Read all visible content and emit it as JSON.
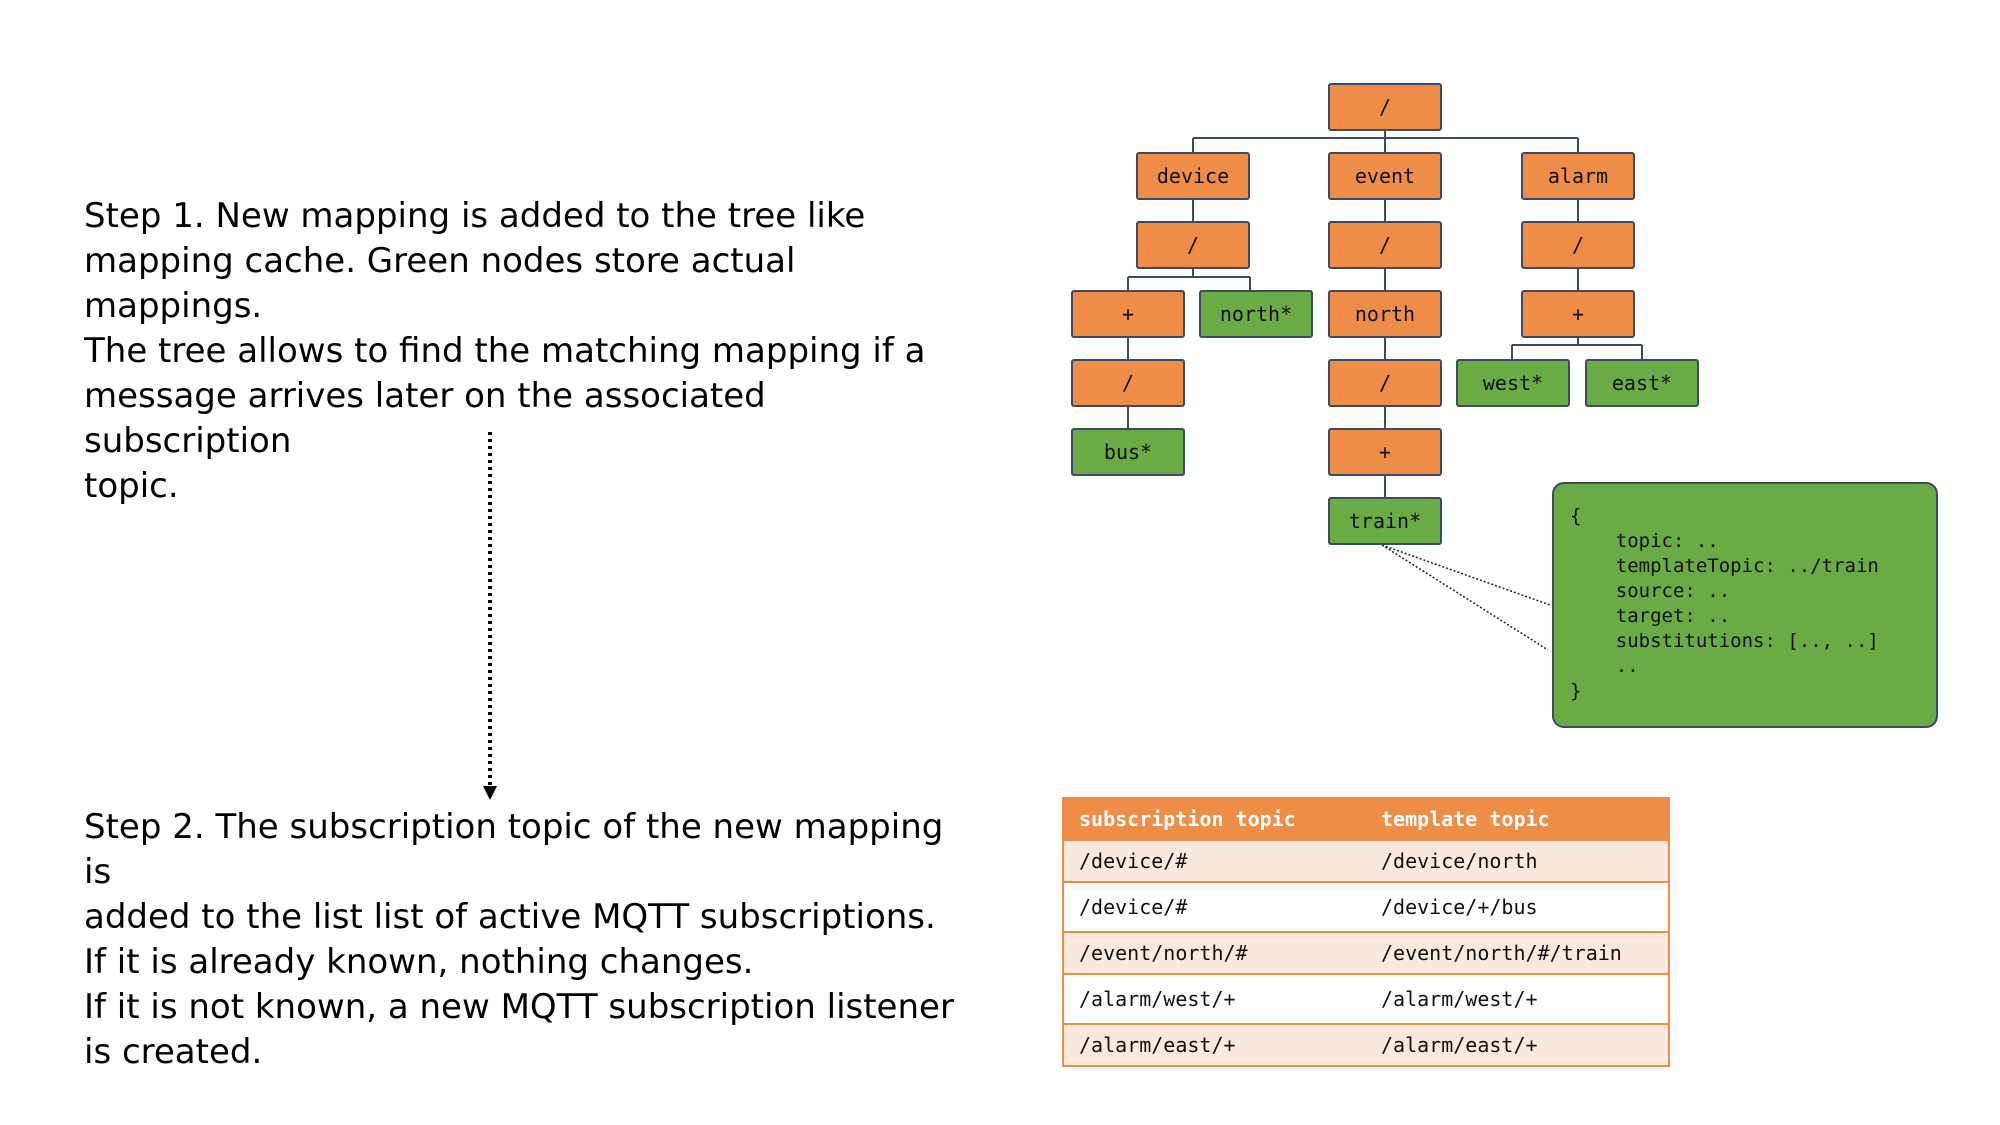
{
  "steps": {
    "step1": "Step 1. New mapping is added to the tree like\nmapping cache. Green nodes store actual mappings.\nThe tree allows to find the matching mapping if a\nmessage arrives later on the associated subscription\ntopic.",
    "step2": "Step 2. The subscription topic of the new mapping is\nadded to the list list of active MQTT subscriptions.\nIf it is already known, nothing changes.\nIf it is not known, a new MQTT subscription listener\nis created."
  },
  "tree": {
    "root": "/",
    "device": "device",
    "device_sep": "/",
    "device_plus": "+",
    "device_plus_sep": "/",
    "bus": "bus*",
    "device_north": "north*",
    "event": "event",
    "event_sep": "/",
    "event_north": "north",
    "event_north_sep": "/",
    "event_plus": "+",
    "train": "train*",
    "alarm": "alarm",
    "alarm_sep": "/",
    "alarm_plus": "+",
    "west": "west*",
    "east": "east*"
  },
  "colors": {
    "inner_node": "#ee8d47",
    "mapping_node": "#6aab45",
    "border": "#3c4a66"
  },
  "mapping_detail": {
    "lines": [
      "{",
      "    topic: ..",
      "    templateTopic: ../train",
      "    source: ..",
      "    target: ..",
      "    substitutions: [.., ..]",
      "    ..",
      "}"
    ]
  },
  "subscriptions": {
    "headers": [
      "subscription topic",
      "template topic"
    ],
    "rows": [
      [
        "/device/#",
        "/device/north"
      ],
      [
        "/device/#",
        "/device/+/bus"
      ],
      [
        "/event/north/#",
        "/event/north/#/train"
      ],
      [
        "/alarm/west/+",
        "/alarm/west/+"
      ],
      [
        "/alarm/east/+",
        "/alarm/east/+"
      ]
    ]
  }
}
